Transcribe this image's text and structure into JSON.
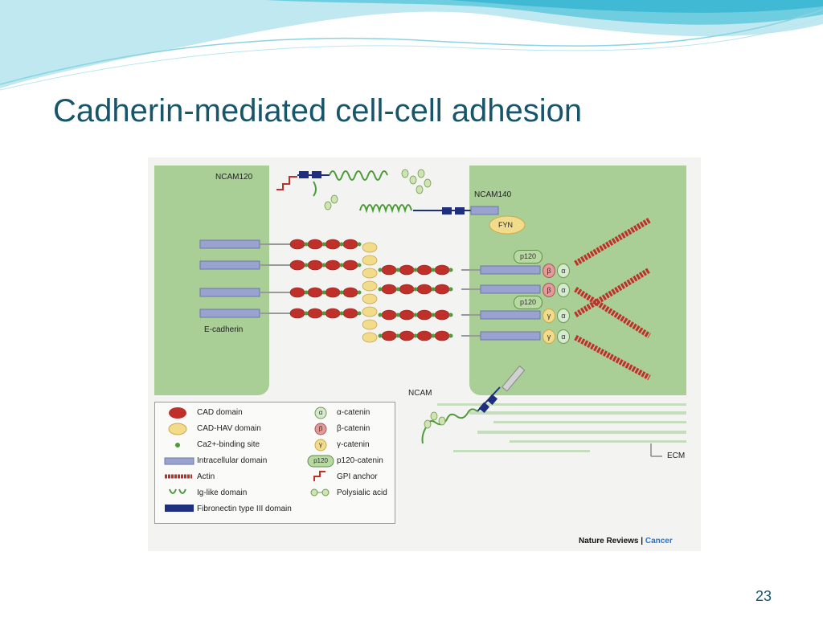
{
  "slide": {
    "title": "Cadherin-mediated cell-cell adhesion",
    "number": "23"
  },
  "figure": {
    "labels": {
      "ncam120": "NCAM120",
      "ncam140": "NCAM140",
      "fyn": "FYN",
      "ecadherin": "E-cadherin",
      "ncam": "NCAM",
      "ecm": "ECM"
    },
    "domain_markers": {
      "alpha": "α",
      "beta": "β",
      "gamma": "γ",
      "p120": "p120"
    },
    "legend": {
      "left": [
        "CAD domain",
        "CAD-HAV domain",
        "Ca2+-binding site",
        "Intracellular domain",
        "Actin",
        "Ig-like domain",
        "Fibronectin type III domain"
      ],
      "right": [
        "α-catenin",
        "β-catenin",
        "γ-catenin",
        "p120-catenin",
        "GPI anchor",
        "Polysialic acid"
      ]
    },
    "credit": {
      "source": "Nature Reviews",
      "separator": " | ",
      "journal": "Cancer"
    },
    "colors": {
      "title": "#17566a",
      "cell": "#a9cf97",
      "cad_domain": "#c0302a",
      "cad_hav": "#f2dc8c",
      "ca_site": "#4e9a3a",
      "intracellular": "#8f9ac8",
      "actin": "#c0302a",
      "fibronectin": "#1f2f80",
      "alpha_catenin": "#d5ead0",
      "beta_catenin": "#e39a98",
      "gamma_catenin": "#f2dc8c",
      "p120_catenin": "#b7d9a2"
    }
  }
}
